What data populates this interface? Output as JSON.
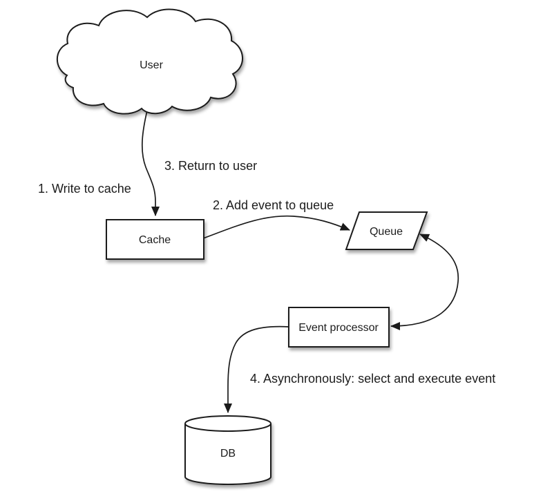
{
  "nodes": {
    "user": {
      "label": "User"
    },
    "cache": {
      "label": "Cache"
    },
    "queue": {
      "label": "Queue"
    },
    "event_processor": {
      "label": "Event processor"
    },
    "db": {
      "label": "DB"
    }
  },
  "edge_labels": {
    "step1": "1. Write to cache",
    "step2": "2. Add event to queue",
    "step3": "3. Return to user",
    "step4": "4. Asynchronously: select and execute event"
  },
  "colors": {
    "stroke": "#1a1a1a",
    "fill": "#ffffff",
    "text": "#1c1c1c",
    "background": "#ffffff"
  }
}
